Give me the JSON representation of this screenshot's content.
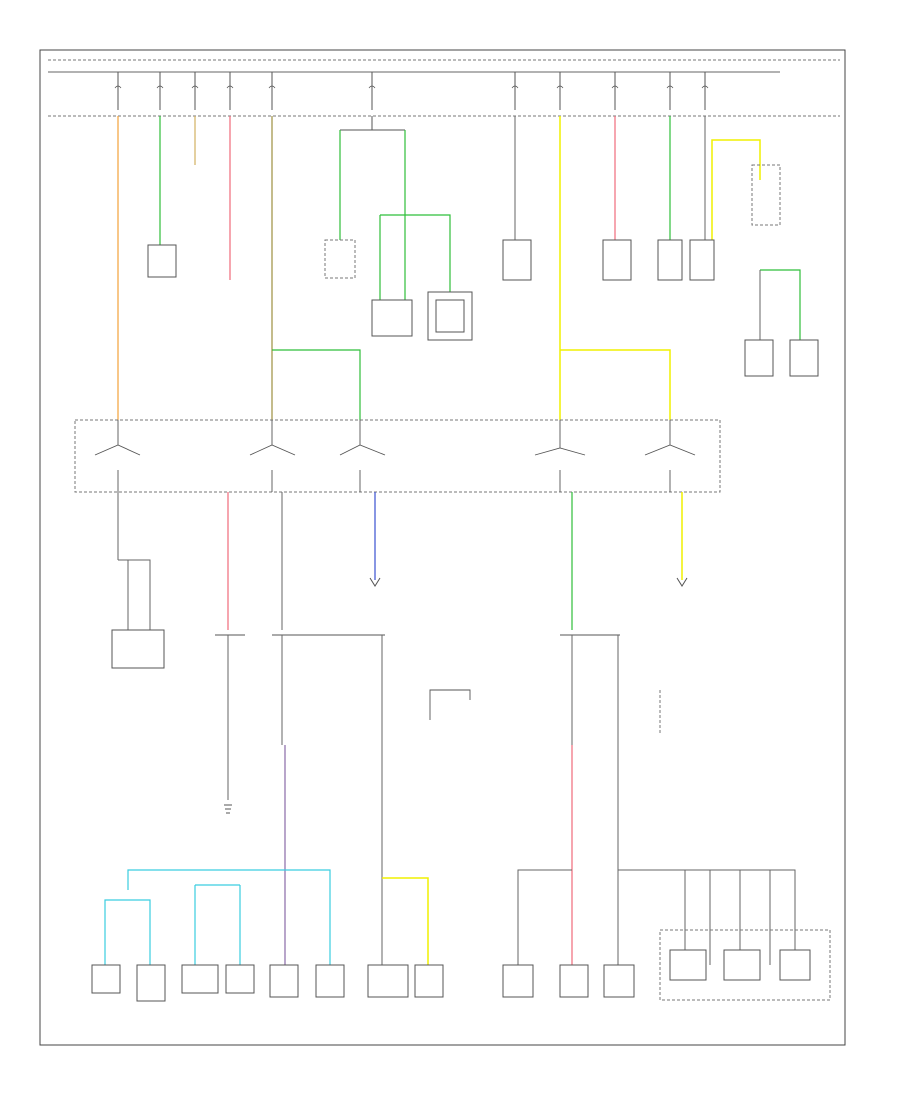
{
  "diagram": {
    "footer_code": "",
    "colors": {
      "frame": "#444444",
      "wire_gray": "#555555",
      "wire_orange": "#f4a23a",
      "wire_green": "#2fbf3a",
      "wire_yellow_green": "#c7c23a",
      "wire_pink": "#f06a7a",
      "wire_yellow": "#f0f000",
      "wire_blue": "#3a4fd0",
      "wire_cyan": "#3acde0",
      "wire_olive": "#9c9040",
      "wire_purple": "#8a6aa8"
    },
    "blocks": [
      {
        "id": "power-distribution-box",
        "label": ""
      },
      {
        "id": "ignition-switch-module",
        "label": ""
      },
      {
        "id": "fuse-panel",
        "label": ""
      }
    ]
  }
}
